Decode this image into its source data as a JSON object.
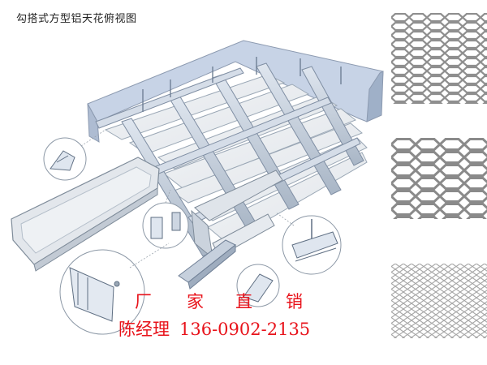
{
  "title": "勾搭式方型铝天花俯视图",
  "promo": {
    "slogan_chars": [
      "厂",
      "家",
      "直",
      "销"
    ],
    "contact_name": "陈经理",
    "phone": "136-0902-2135",
    "color": "#e8131b"
  },
  "swatches": [
    {
      "pattern": "small-hexagonal-mesh"
    },
    {
      "pattern": "large-hexagonal-mesh"
    },
    {
      "pattern": "fine-diamond-mesh"
    }
  ],
  "illustration": {
    "subject": "hook-on square aluminum ceiling panels with keel grid",
    "wall_color": "#c7d3e6",
    "panel_color": "#e9ecef",
    "keel_color": "#b9c4d2"
  }
}
